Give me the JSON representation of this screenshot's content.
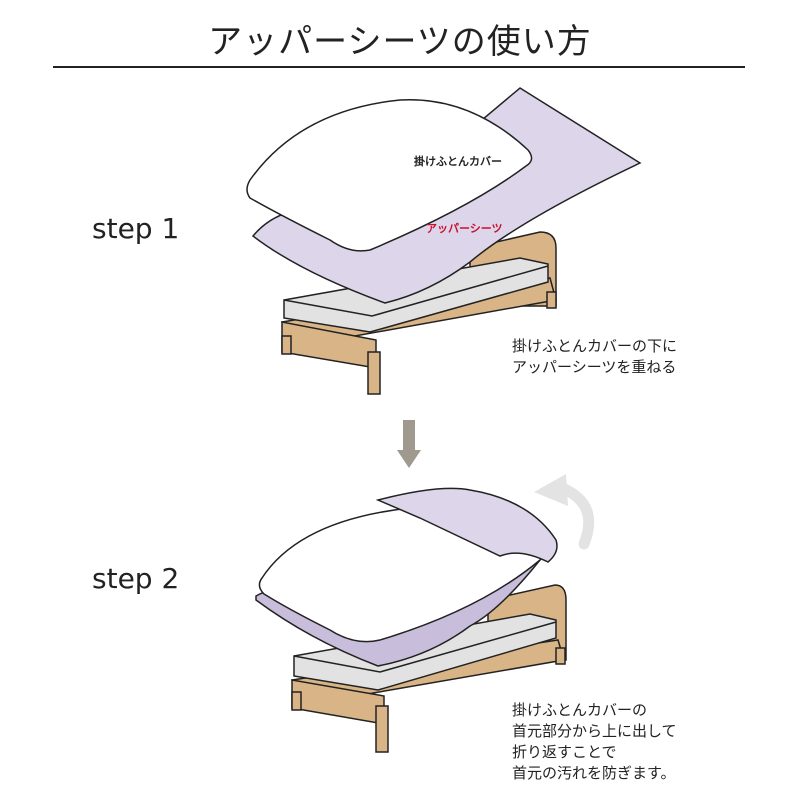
{
  "page": {
    "title": "アッパーシーツの使い方"
  },
  "steps": [
    {
      "label": "step 1",
      "duvet_label": "掛けふとんカバー",
      "sheet_label": "アッパーシーツ",
      "description": [
        "掛けふとんカバーの下に",
        "アッパーシーツを重ねる"
      ]
    },
    {
      "label": "step 2",
      "description": [
        "掛けふとんカバーの",
        "首元部分から上に出して",
        "折り返すことで",
        "首元の汚れを防ぎます。"
      ]
    }
  ],
  "colors": {
    "sheet": "#ddd6ea",
    "sheet_dark": "#c8bedb",
    "wood": "#d8b486",
    "wood_dark": "#b89466",
    "mattress": "#e2e2e2",
    "duvet": "#ffffff",
    "arrow": "#a09a8e",
    "curve_arrow": "#e3e3e3",
    "sheet_label_color": "#c8102e"
  },
  "icons": {
    "down_arrow": "down-arrow-icon",
    "fold_arrow": "curved-arrow-icon"
  }
}
